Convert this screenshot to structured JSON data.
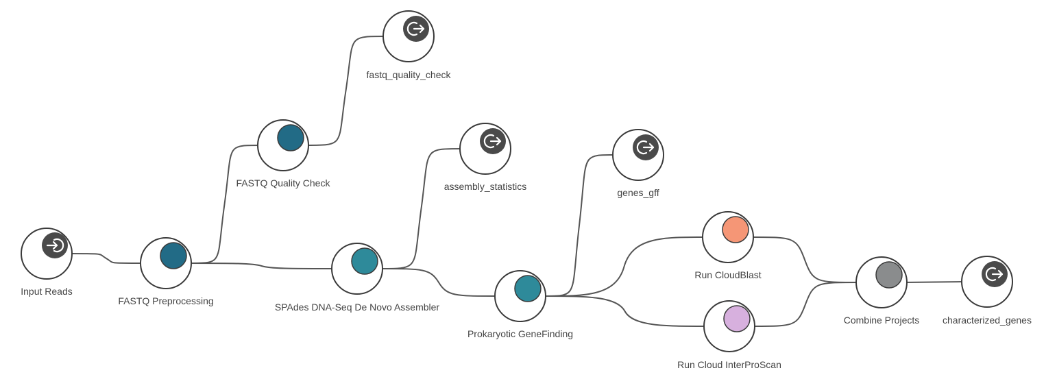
{
  "workflow": {
    "nodes": [
      {
        "id": "input_reads",
        "label": "Input Reads",
        "kind": "input",
        "color": "#4a4a4a"
      },
      {
        "id": "fastq_preprocessing",
        "label": "FASTQ Preprocessing",
        "kind": "tool",
        "color": "#226b86"
      },
      {
        "id": "fastq_quality_check_tool",
        "label": "FASTQ Quality Check",
        "kind": "tool",
        "color": "#226b86"
      },
      {
        "id": "fastq_quality_check_out",
        "label": "fastq_quality_check",
        "kind": "output",
        "color": "#4a4a4a"
      },
      {
        "id": "spades",
        "label": "SPAdes DNA-Seq De Novo Assembler",
        "kind": "tool",
        "color": "#2e8a9a"
      },
      {
        "id": "assembly_statistics",
        "label": "assembly_statistics",
        "kind": "output",
        "color": "#4a4a4a"
      },
      {
        "id": "prokaryotic_genefinding",
        "label": "Prokaryotic GeneFinding",
        "kind": "tool",
        "color": "#2e8a9a"
      },
      {
        "id": "genes_gff",
        "label": "genes_gff",
        "kind": "output",
        "color": "#4a4a4a"
      },
      {
        "id": "run_cloudblast",
        "label": "Run CloudBlast",
        "kind": "tool",
        "color": "#f59676"
      },
      {
        "id": "run_cloud_interproscan",
        "label": "Run Cloud InterProScan",
        "kind": "tool",
        "color": "#d7b0de"
      },
      {
        "id": "combine_projects",
        "label": "Combine Projects",
        "kind": "tool",
        "color": "#8a8c8d"
      },
      {
        "id": "characterized_genes",
        "label": "characterized_genes",
        "kind": "output",
        "color": "#4a4a4a"
      }
    ],
    "edges": [
      {
        "from": "input_reads",
        "to": "fastq_preprocessing"
      },
      {
        "from": "fastq_preprocessing",
        "to": "fastq_quality_check_tool"
      },
      {
        "from": "fastq_quality_check_tool",
        "to": "fastq_quality_check_out"
      },
      {
        "from": "fastq_preprocessing",
        "to": "spades"
      },
      {
        "from": "spades",
        "to": "assembly_statistics"
      },
      {
        "from": "spades",
        "to": "prokaryotic_genefinding"
      },
      {
        "from": "prokaryotic_genefinding",
        "to": "genes_gff"
      },
      {
        "from": "prokaryotic_genefinding",
        "to": "run_cloudblast"
      },
      {
        "from": "prokaryotic_genefinding",
        "to": "run_cloud_interproscan"
      },
      {
        "from": "run_cloudblast",
        "to": "combine_projects"
      },
      {
        "from": "run_cloud_interproscan",
        "to": "combine_projects"
      },
      {
        "from": "combine_projects",
        "to": "characterized_genes"
      }
    ]
  }
}
